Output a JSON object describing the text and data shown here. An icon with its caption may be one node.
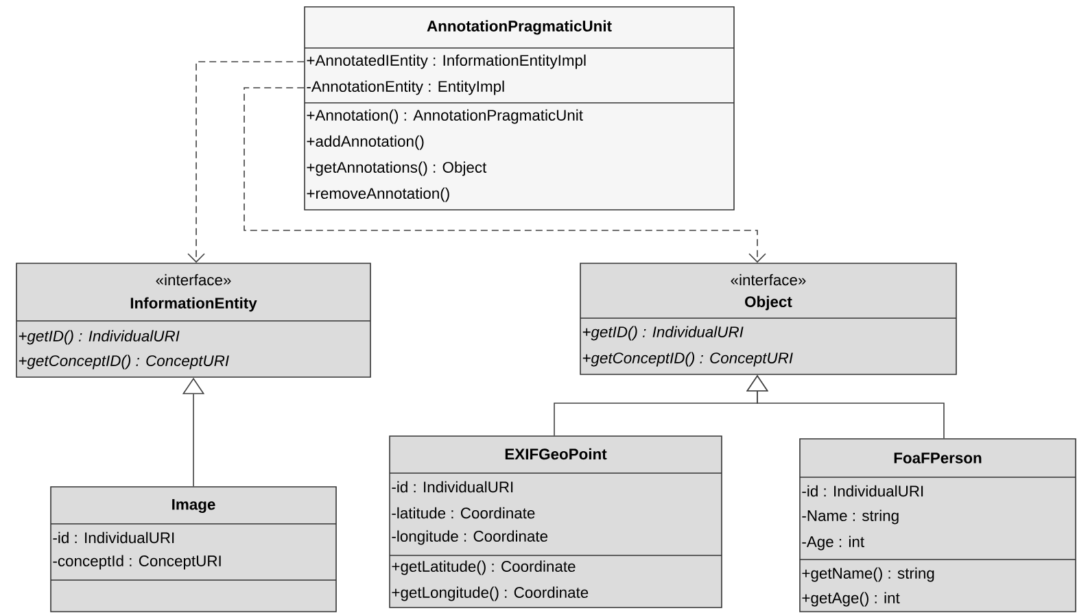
{
  "diagram": {
    "nodes": [
      {
        "text": [
          "AnnotationPragmaticUnit",
          "+AnnotatedIEntity : InformationEntityImpl",
          "-AnnotationEntity : EntityImpl",
          "+Annotation() : AnnotationPragmaticUnit",
          "+addAnnotation()",
          "+getAnnotations() : Object",
          "+removeAnnotation()"
        ]
      },
      {
        "text": [
          "«interface»",
          "InformationEntity",
          "+getID() : IndividualURI",
          "+getConceptID() : ConceptURI"
        ]
      },
      {
        "text": [
          "«interface»",
          "Object",
          "+getID() : IndividualURI",
          "+getConceptID() : ConceptURI"
        ]
      },
      {
        "text": [
          "Image",
          "-id : IndividualURI",
          "-conceptId : ConceptURI"
        ]
      },
      {
        "text": [
          "EXIFGeoPoint",
          "-id : IndividualURI",
          "-latitude : Coordinate",
          "-longitude : Coordinate",
          "+getLatitude() : Coordinate",
          "+getLongitude() : Coordinate"
        ]
      },
      {
        "text": [
          "FoaFPerson",
          "-id : IndividualURI",
          "-Name : string",
          "-Age : int",
          "+getName() : string",
          "+getAge() : int"
        ]
      }
    ],
    "edges": [
      {
        "from": 0,
        "to": 1,
        "arrow": "to",
        "style": "dashed"
      },
      {
        "from": 0,
        "to": 2,
        "arrow": "to",
        "style": "dashed"
      },
      {
        "from": 3,
        "to": 1,
        "arrow": "to"
      },
      {
        "from": 4,
        "to": 2,
        "arrow": "to"
      },
      {
        "from": 5,
        "to": 2,
        "arrow": "to"
      }
    ]
  }
}
